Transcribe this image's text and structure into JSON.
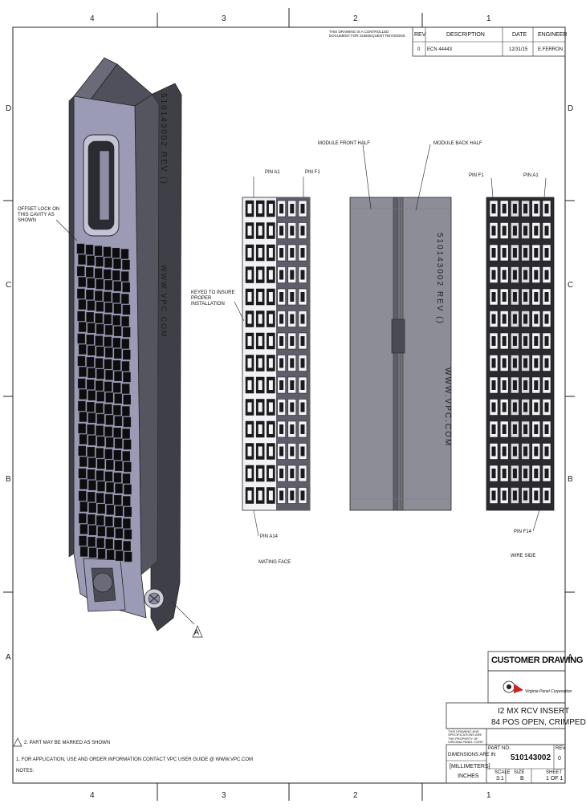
{
  "zones": {
    "columns": [
      "4",
      "3",
      "2",
      "1"
    ],
    "rows": [
      "D",
      "C",
      "B",
      "A"
    ]
  },
  "revision_block": {
    "note": "THIS DRAWING IS A CONTROLLED DOCUMENT FOR SUBSEQUENT REVISIONS",
    "headers": {
      "rev": "REV",
      "description": "DESCRIPTION",
      "date": "DATE",
      "engineer": "ENGINEER"
    },
    "row": {
      "rev": "0",
      "description": "ECN 44443",
      "date": "12/31/15",
      "engineer": "E.FERRON"
    }
  },
  "callouts": {
    "offset_label": "OFFSET LOCK ON THIS CAVITY AS SHOWN",
    "keying": "KEYED TO INSURE PROPER INSTALLATION",
    "module_front_half": "MODULE FRONT HALF",
    "module_back_half": "MODULE BACK HALF",
    "pin_a1_left": "PIN A1",
    "pin_f1_left": "PIN F1",
    "pin_f1_right": "PIN F1",
    "pin_a1_right": "PIN A1",
    "pin_a14_left": "PIN A14",
    "pin_f14_right": "PIN F14",
    "mating_face": "MATING FACE",
    "wire_side": "WIRE SIDE",
    "note_symbol": "A"
  },
  "module_text": {
    "part_number": "510143002 REV ()",
    "website": "WWW.VPC.COM"
  },
  "notes": {
    "heading": "NOTES:",
    "note1": "1. FOR APPLICATION, USE AND ORDER INFORMATION CONTACT VPC USER GUIDE @ WWW.VPC.COM",
    "note2": "2. PART MAY BE MARKED AS SHOWN"
  },
  "title_block": {
    "customer_drawing": "CUSTOMER DRAWING",
    "company": "Virginia Panel Corporation",
    "title_line1": "I2 MX RCV INSERT",
    "title_line2": "84 POS OPEN, CRIMPED",
    "part_no_label": "PART NO.",
    "part_no": "510143002",
    "rev_label": "REV",
    "rev": "0",
    "dims_label": "DIMENSIONS ARE IN",
    "units_mm": "[MILLIMETERS]",
    "units_in": "INCHES",
    "scale_label": "SCALE",
    "scale": "3:1",
    "size_label": "SIZE",
    "size": "B",
    "sheet_label": "SHEET",
    "sheet": "1 OF 1",
    "proprietary": "THIS DRAWING AND SPECIFICATIONS ARE THE PROPERTY OF VIRGINIA PANEL CORP."
  },
  "colors": {
    "housing_light": "#9b9bb5",
    "housing_dark": "#3f3f48",
    "housing_mid": "#5e5e6a",
    "cavity": "#0d0d10",
    "cavity_white": "#f4f4f6",
    "accent_red": "#cc2222"
  }
}
